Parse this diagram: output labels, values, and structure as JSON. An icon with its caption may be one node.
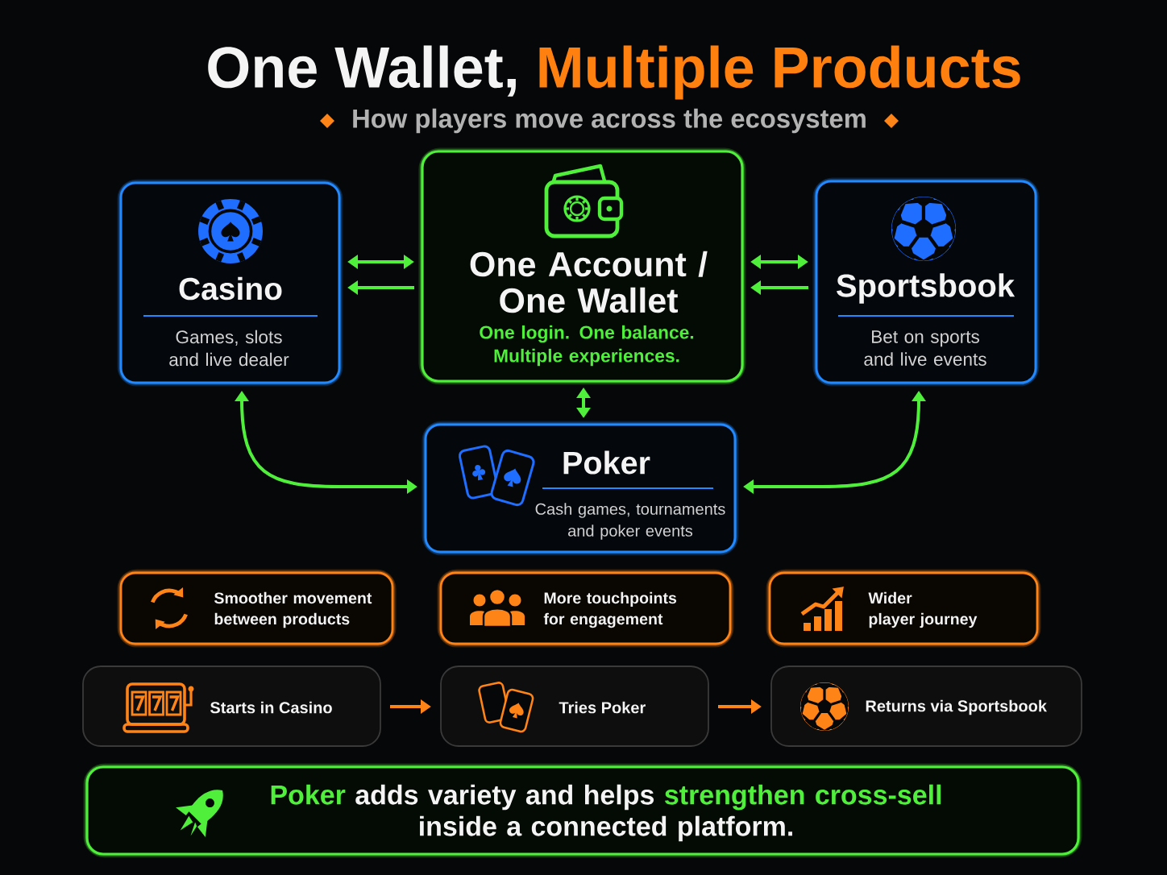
{
  "diagram": {
    "title": "One Wallet, **Multiple Products**",
    "nodes": [
      {
        "text": [
          "Casino",
          "Games, slots and live dealer"
        ]
      },
      {
        "text": [
          "One Account / One Wallet",
          "One login. One balance. Multiple experiences."
        ]
      },
      {
        "text": [
          "Sportsbook",
          "Bet on sports and live events"
        ]
      },
      {
        "text": [
          "Poker",
          "Cash games, tournaments and poker events"
        ]
      },
      {
        "text": [
          "Smoother movement between products"
        ]
      },
      {
        "text": [
          "More touchpoints for engagement"
        ]
      },
      {
        "text": [
          "Wider player journey"
        ]
      },
      {
        "text": [
          "Starts in Casino"
        ]
      },
      {
        "text": [
          "Tries Poker"
        ]
      },
      {
        "text": [
          "Returns via Sportsbook"
        ]
      },
      {
        "text": [
          "**Poker** adds variety and helps **strengthen cross-sell** inside a connected platform."
        ]
      }
    ],
    "edges": [
      {
        "from": 0,
        "to": 1,
        "arrow": "both"
      },
      {
        "from": 1,
        "to": 0,
        "arrow": "to"
      },
      {
        "from": 1,
        "to": 2,
        "arrow": "both"
      },
      {
        "from": 2,
        "to": 1,
        "arrow": "to"
      },
      {
        "from": 1,
        "to": 3,
        "arrow": "both"
      },
      {
        "from": 0,
        "to": 3,
        "arrow": "both"
      },
      {
        "from": 2,
        "to": 3,
        "arrow": "both"
      },
      {
        "from": 7,
        "to": 8,
        "arrow": "to",
        "color": "#ff8418"
      },
      {
        "from": 8,
        "to": 9,
        "arrow": "to",
        "color": "#ff8418"
      }
    ],
    "labels": [
      "How players move across the ecosystem"
    ]
  }
}
